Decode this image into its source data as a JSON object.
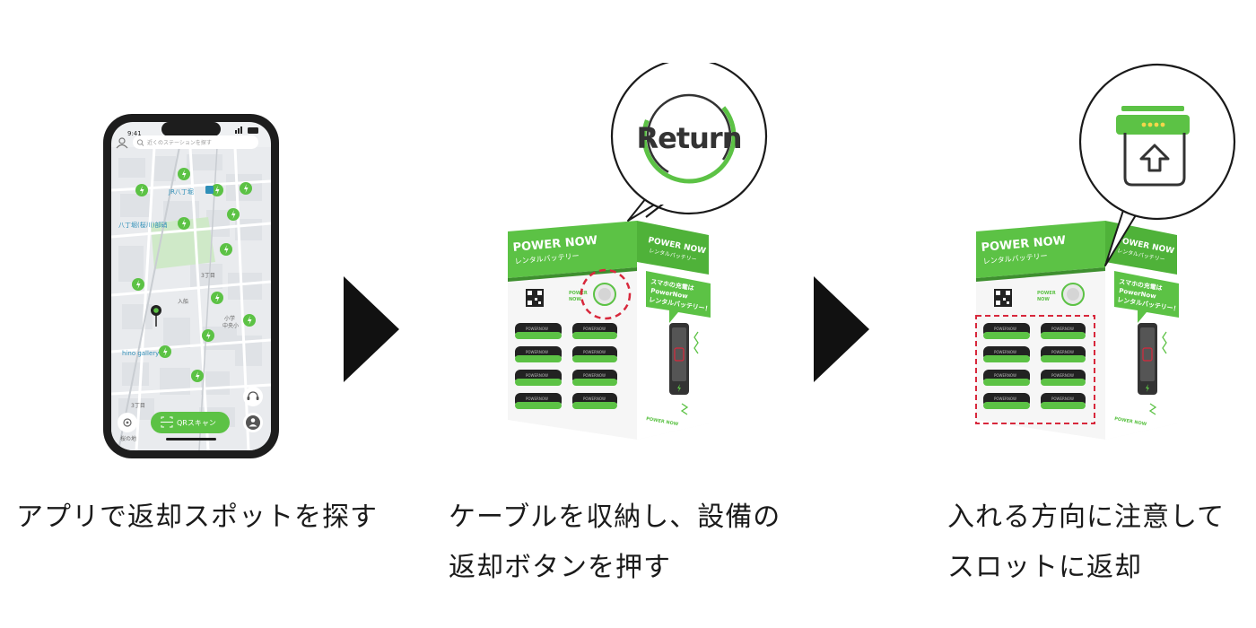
{
  "step1": {
    "caption": "アプリで返却スポットを探す",
    "phone": {
      "time": "9:41",
      "search_placeholder": "近くのステーションを探す",
      "map_labels": [
        "JR八丁堀",
        "八丁堀(桜川)部硝",
        "3丁目",
        "入船",
        "小学",
        "中央小",
        "hino gallery",
        "3丁目",
        "桜の地"
      ],
      "qr_button_label": "QRスキャン"
    }
  },
  "step2": {
    "caption_lines": [
      "ケーブルを収納し、設備の",
      "返却ボタンを押す"
    ],
    "callout_label": "Return",
    "station": {
      "brand": "POWER NOW",
      "subtitle": "レンタルバッテリー",
      "side_brand": "POWER NOW",
      "side_subtitle": "レンタルバッテリー",
      "promo_lines": [
        "スマホの充電は",
        "PowerNow",
        "レンタルバッテリー！"
      ],
      "panel_brand_lines": [
        "POWER",
        "NOW"
      ],
      "footer_brand": "POWER NOW",
      "slot_label": "POWERNOW"
    }
  },
  "step3": {
    "caption_lines": [
      "入れる方向に注意して",
      "スロットに返却"
    ],
    "station": {
      "brand": "POWER NOW",
      "subtitle": "レンタルバッテリー",
      "side_brand": "POWER NOW",
      "side_subtitle": "レンタルバッテリー",
      "promo_lines": [
        "スマホの充電は",
        "PowerNow",
        "レンタルバッテリー！"
      ],
      "panel_brand_lines": [
        "POWER",
        "NOW"
      ],
      "footer_brand": "POWER NOW",
      "slot_label": "POWERNOW"
    }
  },
  "colors": {
    "brand_green": "#5cc245",
    "dark": "#111111",
    "dashed_red": "#d8283c",
    "map_bg": "#eef0f2"
  }
}
